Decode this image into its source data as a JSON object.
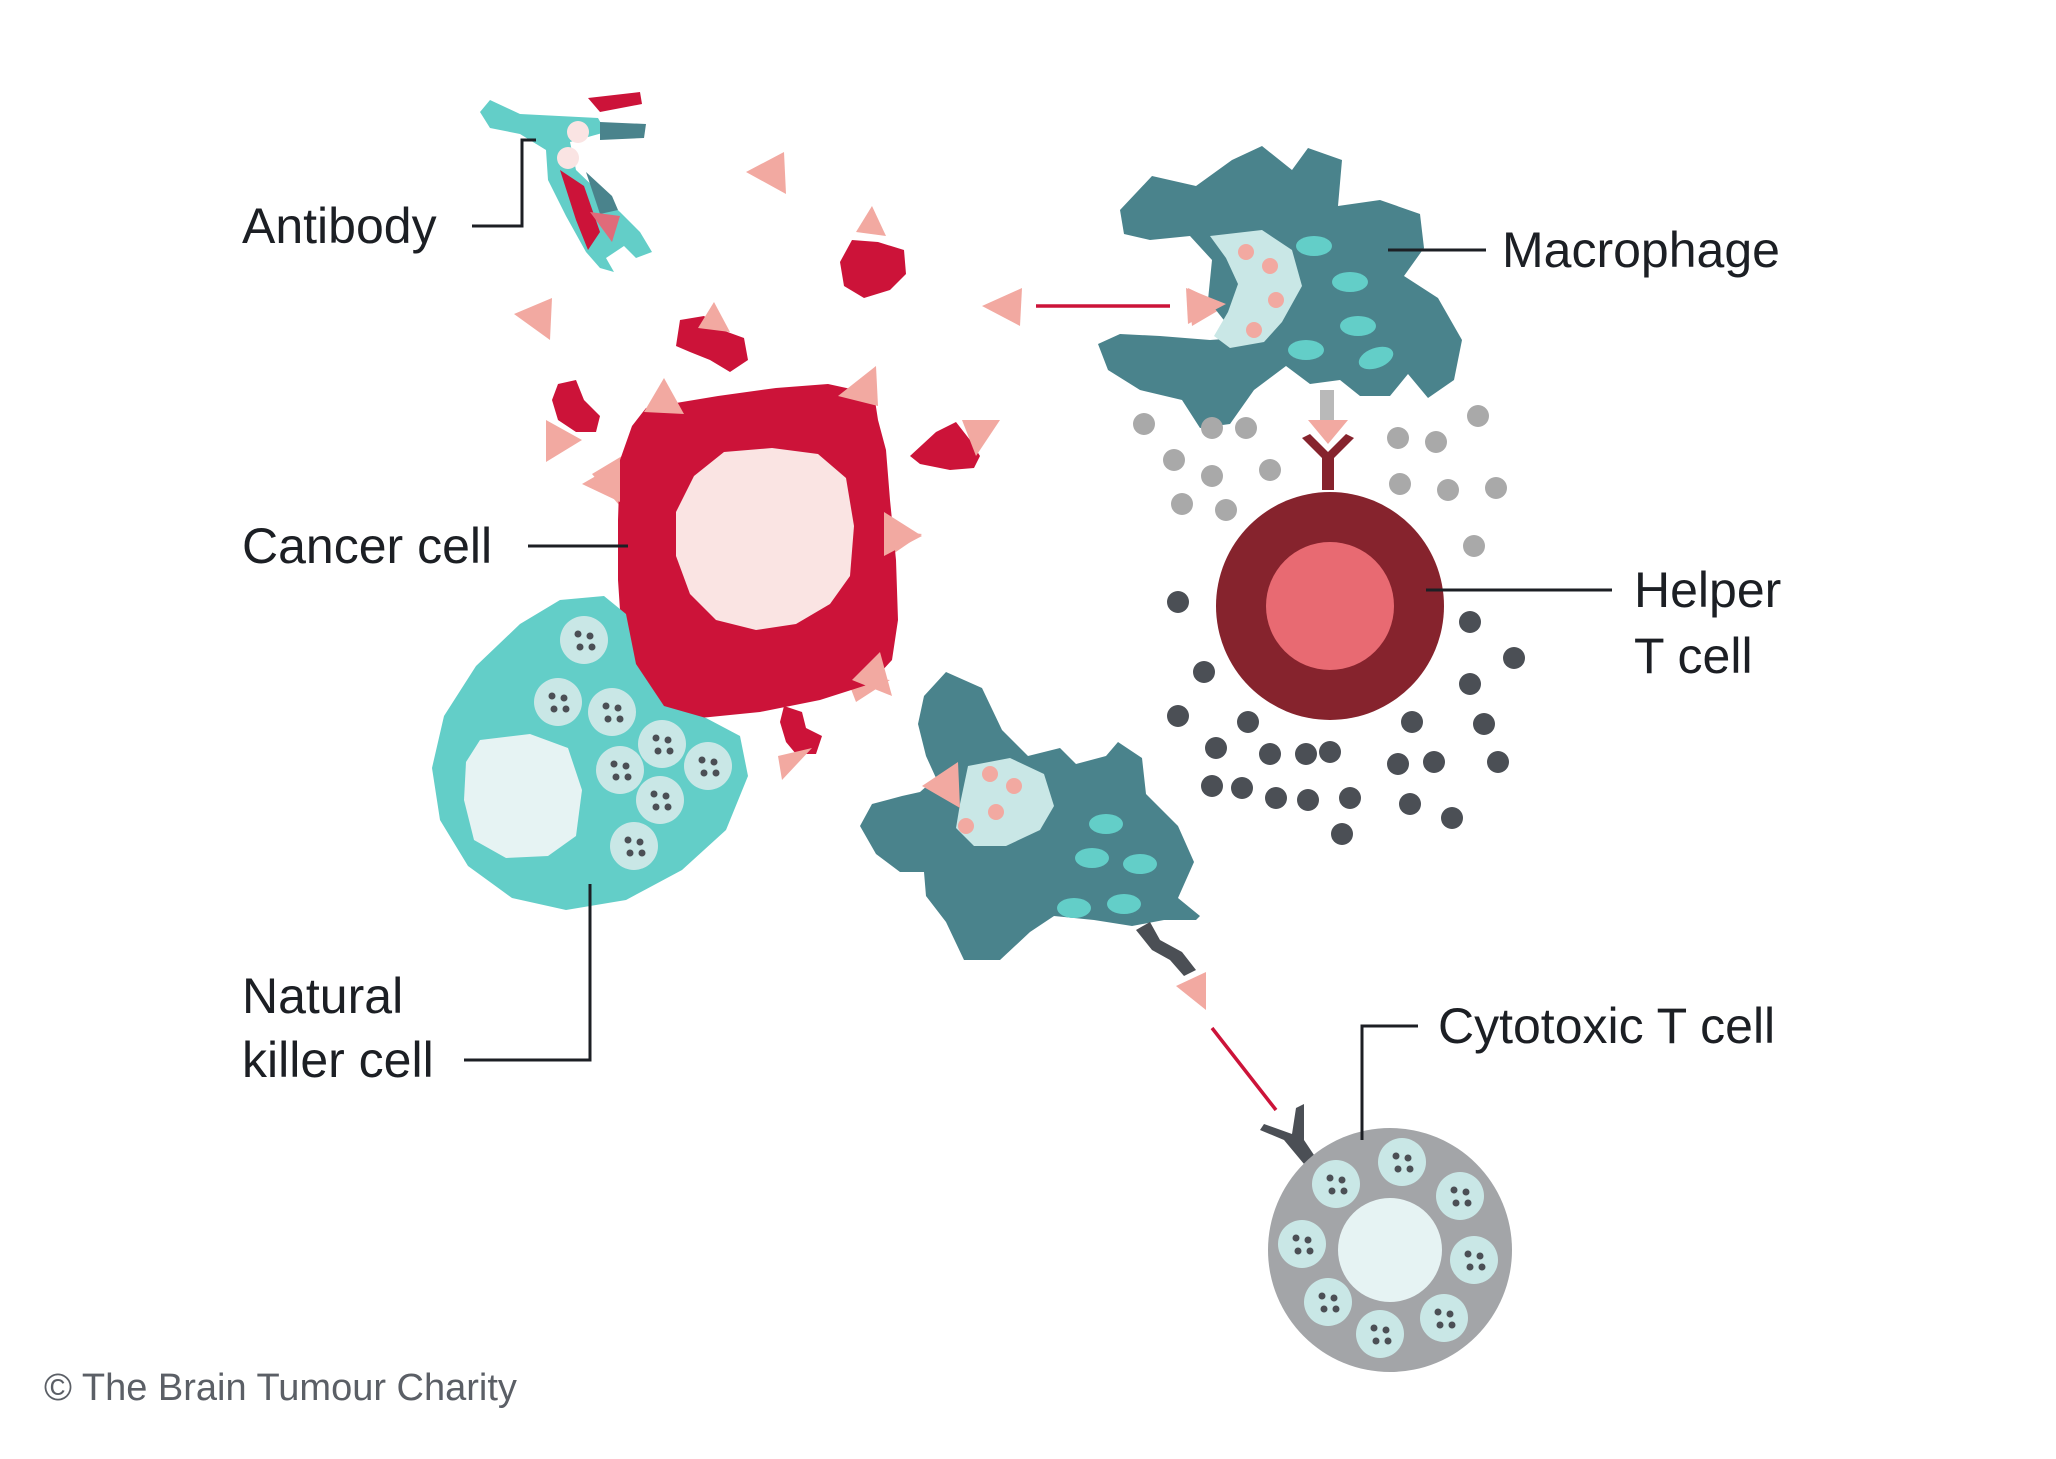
{
  "labels": {
    "antibody": "Antibody",
    "macrophage": "Macrophage",
    "cancer_cell": "Cancer cell",
    "helper_t_line1": "Helper",
    "helper_t_line2": "T cell",
    "natural_killer_line1": "Natural",
    "natural_killer_line2": "killer cell",
    "cytotoxic_t": "Cytotoxic T cell"
  },
  "copyright": "© The Brain Tumour Charity",
  "colors": {
    "cancer_red": "#cc1339",
    "nucleus_pink": "#fae4e3",
    "fragment_salmon": "#f2a9a1",
    "macrophage_teal": "#4a838c",
    "nk_turquoise": "#63cec8",
    "pale_cyan": "#e6f3f3",
    "granule_cyan": "#c9e7e6",
    "helper_outer": "#86232d",
    "helper_inner": "#e86a72",
    "light_dot_grey": "#a9a9a9",
    "dark_dot_grey": "#4b4f55",
    "cytotoxic_grey": "#a3a5a8",
    "leader_line": "#1c1f24"
  }
}
